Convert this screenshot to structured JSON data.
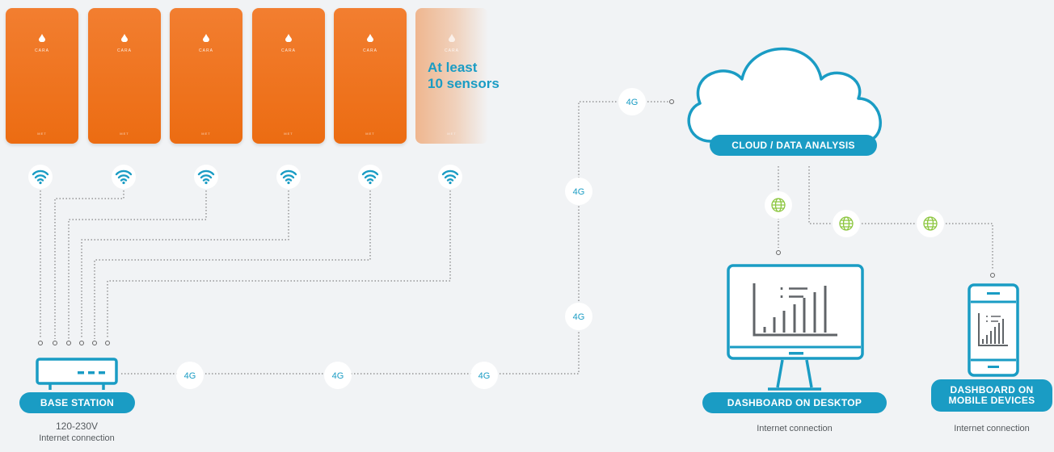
{
  "sensors": {
    "brand": "CARA",
    "model": "MET",
    "caption_line1": "At least",
    "caption_line2": "10 sensors"
  },
  "network_label": "4G",
  "base_station": {
    "label": "BASE STATION",
    "power": "120-230V",
    "connection": "Internet connection"
  },
  "cloud": {
    "label": "CLOUD / DATA ANALYSIS"
  },
  "desktop": {
    "label": "DASHBOARD ON DESKTOP",
    "connection": "Internet connection"
  },
  "mobile": {
    "label_line1": "DASHBOARD ON",
    "label_line2": "MOBILE DEVICES",
    "connection": "Internet connection"
  },
  "colors": {
    "accent": "#1a9cc4",
    "sensor_orange": "#ec6c12",
    "globe_green": "#8cc63f",
    "connector": "#666666"
  },
  "icons": [
    "wifi-icon",
    "router-icon",
    "cloud-icon",
    "globe-icon",
    "monitor-icon",
    "smartphone-icon",
    "bar-chart-icon",
    "droplet-icon"
  ]
}
